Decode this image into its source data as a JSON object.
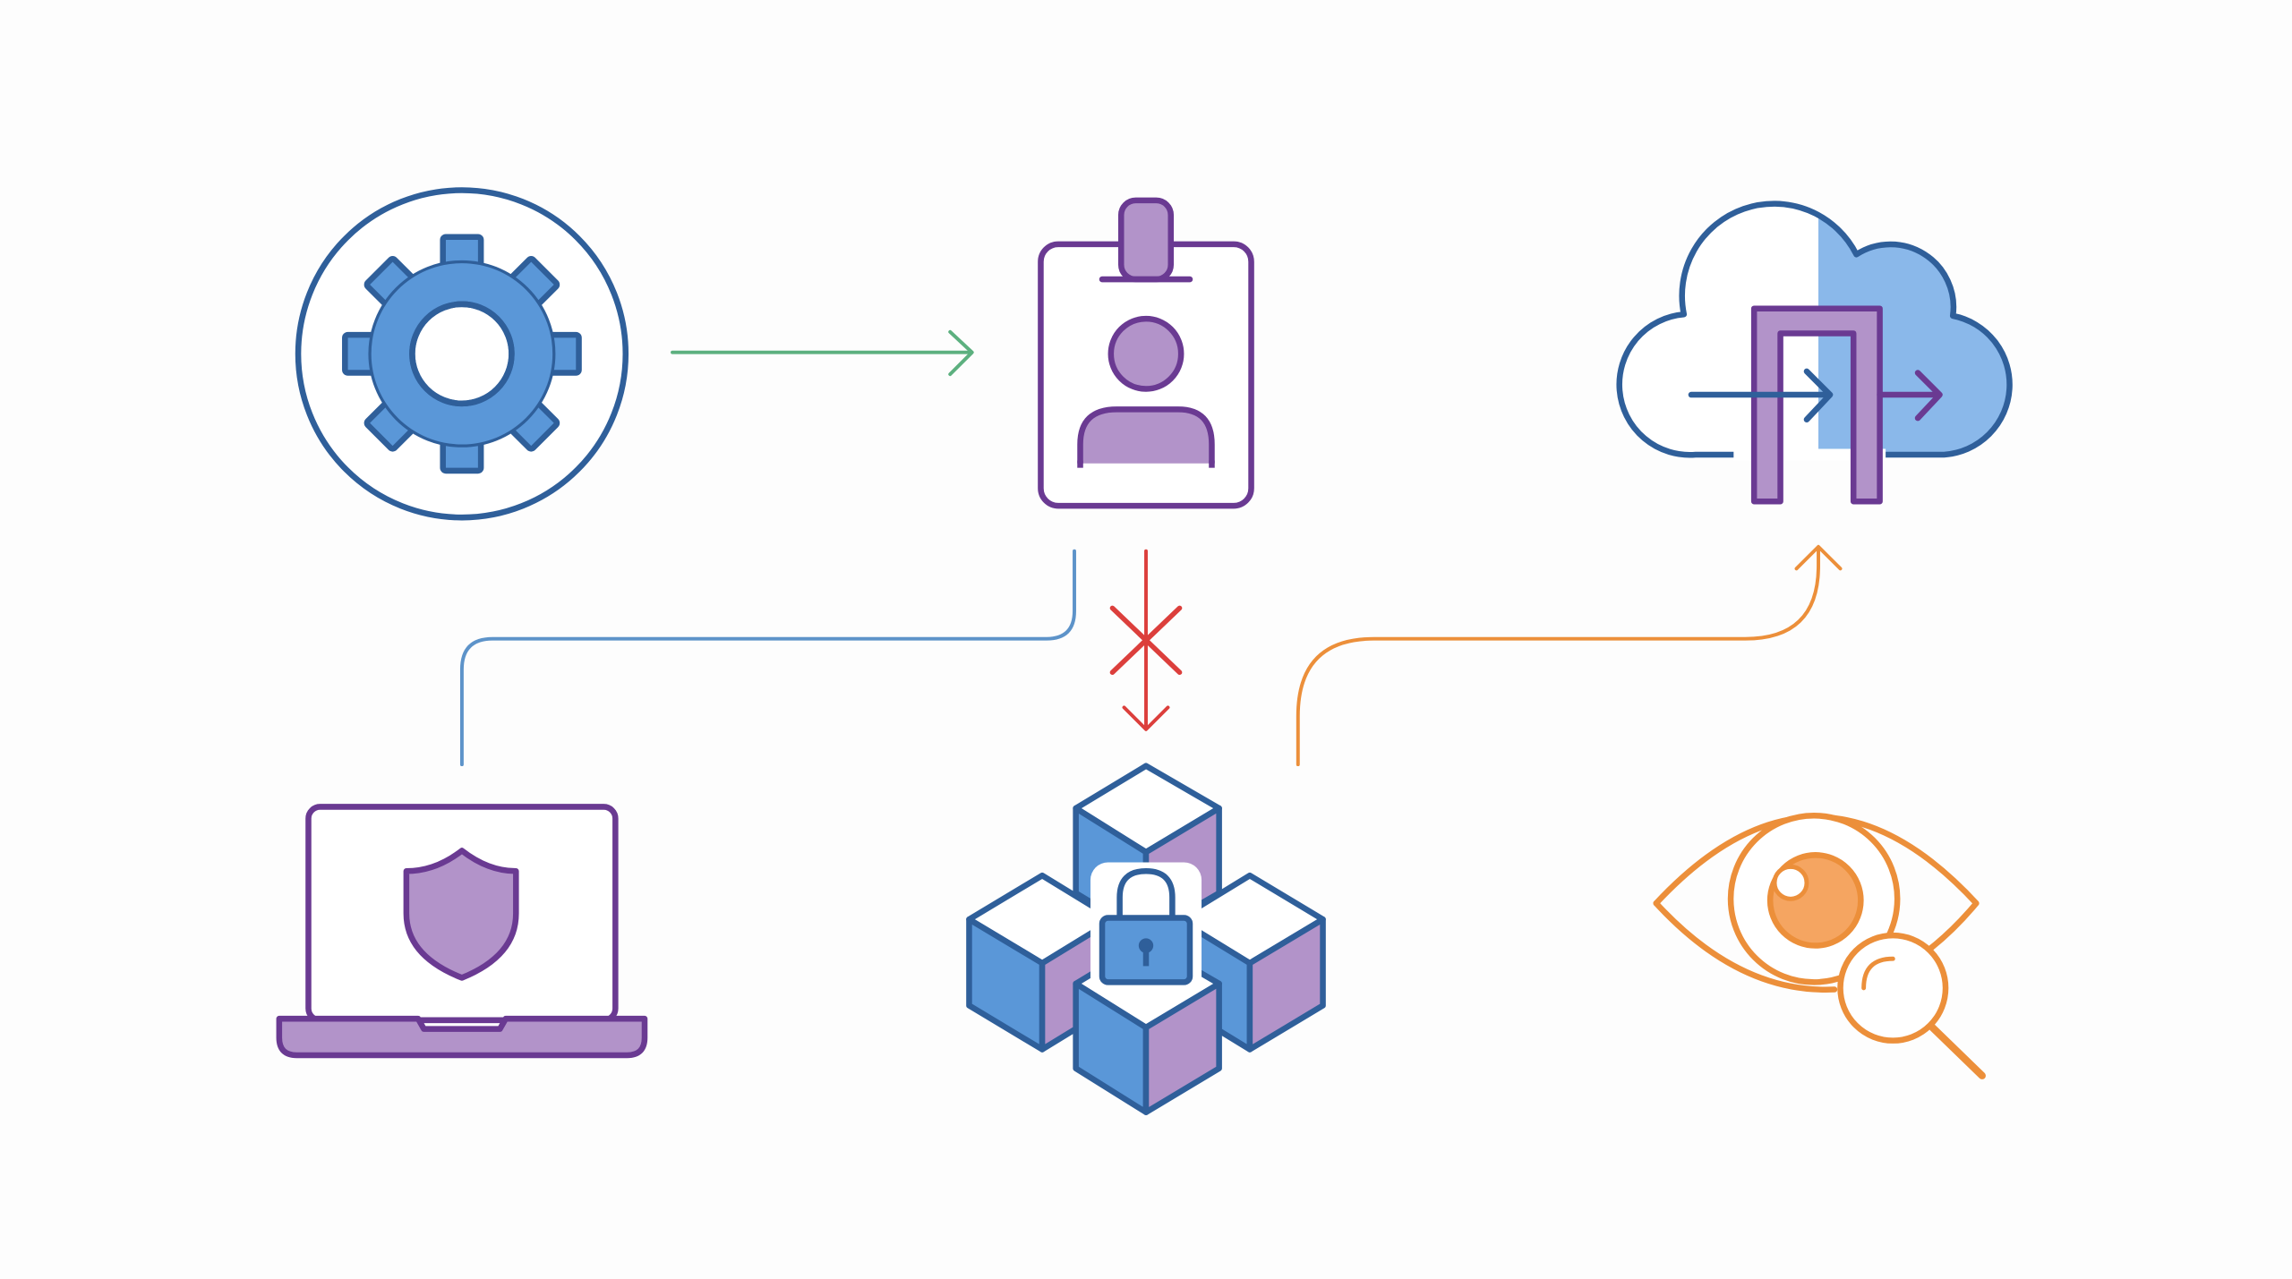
{
  "diagram": {
    "colors": {
      "background": "#fdfdfd",
      "blue_stroke": "#2f5f9a",
      "blue_fill": "#5a97d8",
      "light_blue_fill": "#8ab8ea",
      "purple_stroke": "#6a3a92",
      "purple_fill": "#b293c9",
      "green": "#5cb07f",
      "steel_blue": "#5d93c9",
      "red": "#dc3f3c",
      "orange": "#ec8f3a",
      "orange_fill": "#f5a561",
      "white": "#ffffff"
    },
    "nodes": [
      {
        "id": "settings",
        "icon": "gear-icon",
        "color": "blue"
      },
      {
        "id": "identity",
        "icon": "id-badge-icon",
        "color": "purple"
      },
      {
        "id": "cloud-access",
        "icon": "cloud-door-arrow-icon",
        "color": "blue-purple"
      },
      {
        "id": "endpoint",
        "icon": "laptop-shield-icon",
        "color": "purple"
      },
      {
        "id": "secure-data",
        "icon": "locked-blocks-icon",
        "color": "blue-purple"
      },
      {
        "id": "monitoring",
        "icon": "eye-magnifier-icon",
        "color": "orange"
      }
    ],
    "connections": [
      {
        "id": "settings-to-identity",
        "from": "settings",
        "to": "identity",
        "color": "green",
        "style": "arrow"
      },
      {
        "id": "identity-to-endpoint",
        "from": "identity",
        "to": "endpoint",
        "color": "steel_blue",
        "style": "line"
      },
      {
        "id": "identity-to-secure-data",
        "from": "identity",
        "to": "secure-data",
        "color": "red",
        "style": "blocked-arrow"
      },
      {
        "id": "secure-data-to-cloud",
        "from": "secure-data",
        "to": "cloud-access",
        "color": "orange",
        "style": "arrow"
      }
    ]
  }
}
